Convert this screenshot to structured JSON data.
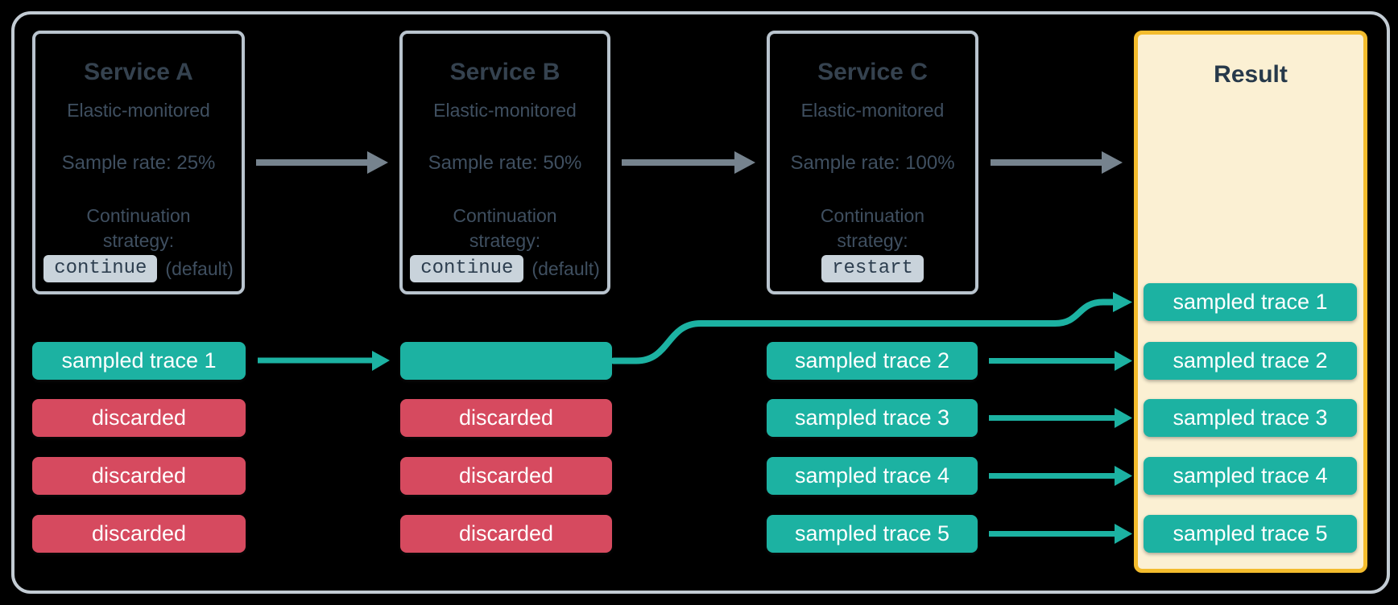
{
  "diagram": {
    "services": [
      {
        "title": "Service A",
        "monitoring": "Elastic-monitored",
        "sample_rate": "Sample rate: 25%",
        "continuation_label": "Continuation strategy:",
        "strategy_code": "continue",
        "strategy_suffix": "(default)"
      },
      {
        "title": "Service B",
        "monitoring": "Elastic-monitored",
        "sample_rate": "Sample rate: 50%",
        "continuation_label": "Continuation strategy:",
        "strategy_code": "continue",
        "strategy_suffix": "(default)"
      },
      {
        "title": "Service C",
        "monitoring": "Elastic-monitored",
        "sample_rate": "Sample rate: 100%",
        "continuation_label": "Continuation strategy:",
        "strategy_code": "restart",
        "strategy_suffix": ""
      }
    ],
    "result": {
      "title": "Result"
    },
    "traces": {
      "service_a": [
        {
          "label": "sampled trace 1",
          "kind": "sampled"
        },
        {
          "label": "discarded",
          "kind": "discarded"
        },
        {
          "label": "discarded",
          "kind": "discarded"
        },
        {
          "label": "discarded",
          "kind": "discarded"
        }
      ],
      "service_b": [
        {
          "label": "",
          "kind": "sampled"
        },
        {
          "label": "discarded",
          "kind": "discarded"
        },
        {
          "label": "discarded",
          "kind": "discarded"
        },
        {
          "label": "discarded",
          "kind": "discarded"
        }
      ],
      "service_c": [
        {
          "label": "sampled trace 2",
          "kind": "sampled"
        },
        {
          "label": "sampled trace 3",
          "kind": "sampled"
        },
        {
          "label": "sampled trace 4",
          "kind": "sampled"
        },
        {
          "label": "sampled trace 5",
          "kind": "sampled"
        }
      ],
      "result": [
        {
          "label": "sampled trace 1",
          "kind": "sampled"
        },
        {
          "label": "sampled trace 2",
          "kind": "sampled"
        },
        {
          "label": "sampled trace 3",
          "kind": "sampled"
        },
        {
          "label": "sampled trace 4",
          "kind": "sampled"
        },
        {
          "label": "sampled trace 5",
          "kind": "sampled"
        }
      ]
    },
    "colors": {
      "sampled_teal": "#1cb2a2",
      "discarded_red": "#d64a5f",
      "result_border": "#f3bc2d",
      "result_bg": "#fbf0d3",
      "card_border": "#b9c4ce",
      "outer_border": "#c3ccd4",
      "title_text": "#35424f",
      "body_text": "#3f4f60",
      "code_chip_bg": "#c9d3db",
      "flow_arrow_gray": "#76838e"
    }
  }
}
